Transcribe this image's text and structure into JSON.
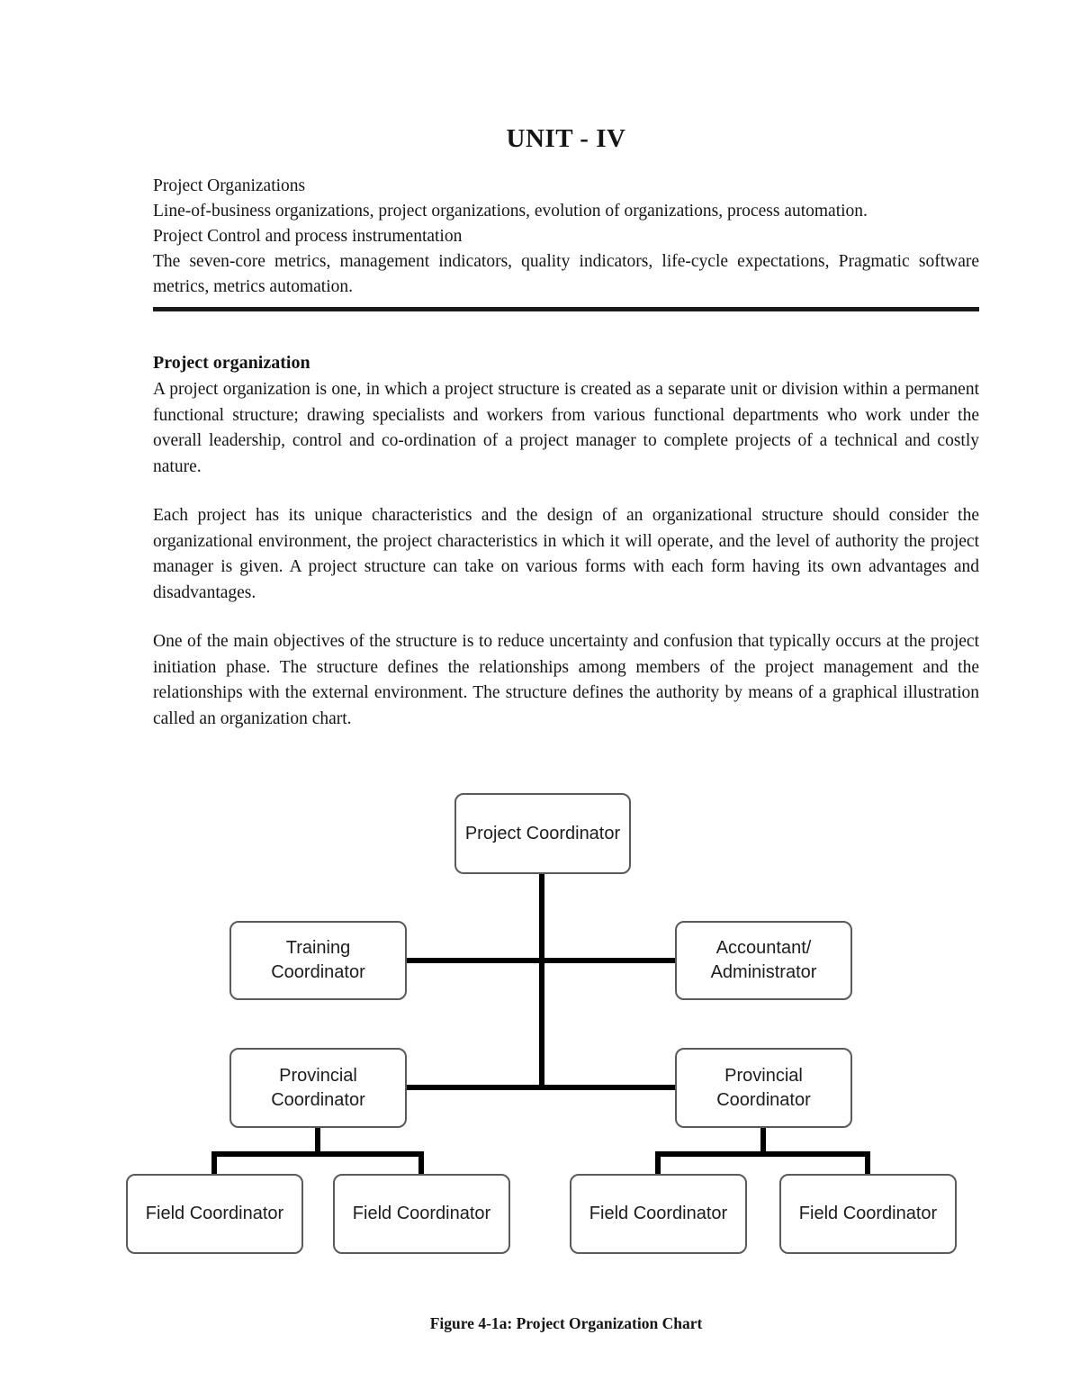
{
  "document": {
    "title": "UNIT - IV",
    "intro": [
      "Project Organizations",
      "Line-of-business organizations, project organizations, evolution of organizations, process automation.",
      "Project Control and process instrumentation",
      "The seven-core metrics, management indicators, quality indicators, life-cycle expectations, Pragmatic software metrics, metrics automation."
    ],
    "section_heading": "Project organization",
    "paragraphs": [
      "A project organization is one, in which a project structure is created as a separate unit or division within a permanent functional structure; drawing specialists and workers from various functional departments who work under the overall leadership, control and co-ordination of a project manager to complete projects of a technical and costly nature.",
      "Each project has its unique characteristics and the design of an organizational structure should consider the organizational environment, the project characteristics in which it will operate, and the level of authority the project manager is given. A project structure can take on various forms with each form having its own advantages and disadvantages.",
      "One of the main objectives of the structure is to reduce uncertainty and confusion that typically occurs at the project initiation phase. The structure defines the relationships among members of the project management and the relationships with the external environment. The structure defines the authority by means of a graphical illustration called an organization chart."
    ],
    "figure_caption": "Figure 4-1a: Project Organization Chart"
  },
  "org_chart": {
    "root": "Project Coordinator",
    "training": "Training\nCoordinator",
    "accountant": "Accountant/\nAdministrator",
    "provincial_left": "Provincial\nCoordinator",
    "provincial_right": "Provincial\nCoordinator",
    "field_1": "Field Coordinator",
    "field_2": "Field Coordinator",
    "field_3": "Field Coordinator",
    "field_4": "Field Coordinator"
  }
}
